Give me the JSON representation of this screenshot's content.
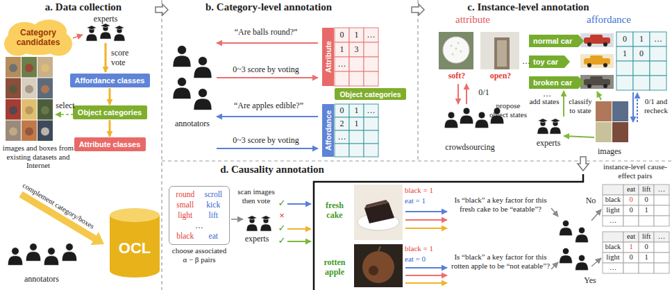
{
  "diagram": {
    "nodes": [
      {
        "text": [
          "Category candidates"
        ]
      },
      {
        "text": [
          "Affordance classes"
        ]
      },
      {
        "text": [
          "Object categories"
        ]
      },
      {
        "text": [
          "Attribute classes"
        ]
      },
      {
        "text": [
          "OCL"
        ]
      },
      {
        "text": [
          "Attribute"
        ]
      },
      {
        "text": [
          "Object categories"
        ]
      },
      {
        "text": [
          "Affordance"
        ]
      },
      {
        "text": [
          "normal car"
        ]
      },
      {
        "text": [
          "toy car"
        ]
      },
      {
        "text": [
          "broken car"
        ]
      },
      {
        "text": [
          "round",
          "scroll",
          "small",
          "kick",
          "light",
          "lift",
          "…",
          "black",
          "eat",
          "choose associated α − β pairs"
        ]
      }
    ],
    "edges": [
      {
        "from": 1,
        "to": 2,
        "arrow": "to"
      },
      {
        "from": 2,
        "to": 3,
        "arrow": "to"
      }
    ],
    "labels": [
      "a. Data collection",
      "experts",
      "score vote",
      "select",
      "images and boxes from existing datasets and Internet",
      "complement category/boxes",
      "annotators",
      "b. Category-level annotation",
      "“Are balls round?”",
      "0~3 score by voting",
      "annotators",
      "“Are apples edible?”",
      "0~3 score by voting",
      "0",
      "1",
      "…",
      "1",
      "3",
      "…",
      "0",
      "1",
      "…",
      "2",
      "1",
      "…",
      "c. Instance-level annotation",
      "attribute",
      "affordance",
      "soft?",
      "open?",
      "…",
      "0/1",
      "crowdsourcing",
      "…",
      "0",
      "1",
      "…",
      "1",
      "0",
      "propose object states",
      "add states",
      "classify to state",
      "experts",
      "images",
      "0/1 and recheck",
      "d. Causality annotation",
      "scan images then vote",
      "experts",
      "✓",
      "×",
      "✓",
      "✓",
      "fresh cake",
      "black = 1",
      "eat = 1",
      "Is “black” a key factor for this fresh cake to be “eatable”?",
      "rotten apple",
      "black = 1",
      "eat = 0",
      "Is “black” a key factor for this rotten apple to be “not eatable”?",
      "No",
      "Yes",
      "instance-level cause-effect pairs",
      "eat",
      "lift",
      "…",
      "black",
      "0",
      "0",
      "light",
      "0",
      "1",
      "…",
      "eat",
      "lift",
      "…",
      "black",
      "1",
      "0",
      "light",
      "0",
      "1",
      "…"
    ]
  }
}
